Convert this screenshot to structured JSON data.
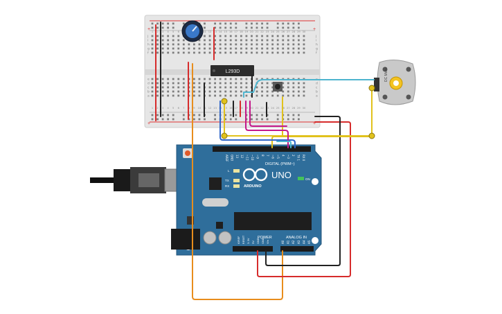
{
  "breadboard": {
    "column_numbers": [
      "1",
      "2",
      "3",
      "4",
      "5",
      "6",
      "7",
      "8",
      "9",
      "10",
      "11",
      "12",
      "13",
      "14",
      "15",
      "16",
      "17",
      "18",
      "19",
      "20",
      "21",
      "22",
      "23",
      "24",
      "25",
      "26",
      "27",
      "28",
      "29",
      "30"
    ],
    "row_letters_top": [
      "j",
      "i",
      "h",
      "g",
      "f"
    ],
    "row_letters_bottom": [
      "e",
      "d",
      "c",
      "b",
      "a"
    ],
    "rail_plus": "+",
    "rail_minus": "−"
  },
  "chip": {
    "label": "L293D"
  },
  "motor": {
    "label": "DC Motor"
  },
  "arduino": {
    "model": "UNO",
    "brand": "ARDUINO",
    "digital_header": "DIGITAL (PWM~)",
    "power_header": "POWER",
    "analog_header": "ANALOG IN",
    "on_label": "ON",
    "tx_label": "TX",
    "rx_label": "RX",
    "l_label": "L",
    "aref": "AREF",
    "gnd": "GND",
    "digital_pins": [
      "13",
      "12",
      "~11",
      "~10",
      "~9",
      "8",
      "7",
      "~6",
      "~5",
      "4",
      "~3",
      "2",
      "TX 1",
      "RX 0"
    ],
    "power_pins": [
      "IOREF",
      "RESET",
      "3.3V",
      "5V",
      "GND",
      "GND",
      "Vin"
    ],
    "analog_pins": [
      "A0",
      "A1",
      "A2",
      "A3",
      "A4",
      "A5"
    ]
  },
  "colors": {
    "board_blue": "#2f6e9b",
    "breadboard": "#e6e6e6",
    "wire_red": "#d62b2b",
    "wire_black": "#222222",
    "wire_orange": "#e88d1c",
    "wire_yellow": "#e1c21c",
    "wire_cyan": "#4eb5cf",
    "wire_magenta": "#c4178a",
    "wire_blue": "#2f66c9"
  }
}
